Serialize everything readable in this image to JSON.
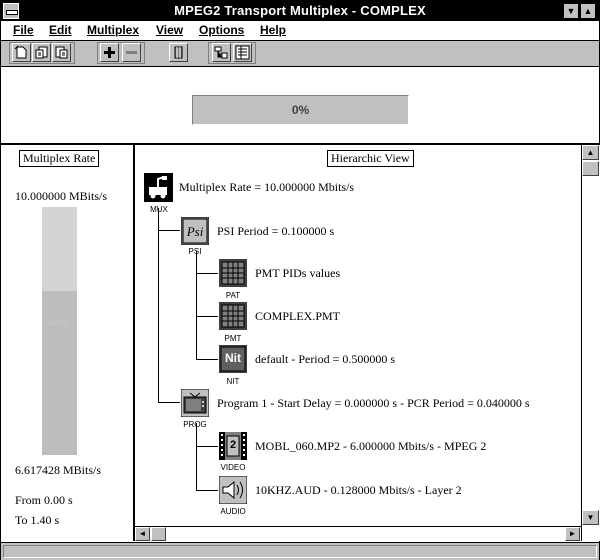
{
  "window": {
    "title": "MPEG2 Transport Multiplex - COMPLEX"
  },
  "menu": [
    {
      "label": "File"
    },
    {
      "label": "Edit"
    },
    {
      "label": "Multiplex"
    },
    {
      "label": "View"
    },
    {
      "label": "Options"
    },
    {
      "label": "Help"
    }
  ],
  "toolbar": {
    "tools": [
      "new-file-icon",
      "open-file-icon",
      "save-file-icon",
      "add-icon",
      "remove-icon",
      "component-icon",
      "properties-icon",
      "list-view-icon"
    ]
  },
  "progress": {
    "text": "0%",
    "value_percent": 0
  },
  "left_panel": {
    "title": "Multiplex Rate",
    "max_rate": "10.000000 MBits/s",
    "used_rate": "6.617428 MBits/s",
    "ghost_label": "66%",
    "fill_fraction": 0.66,
    "from": "From 0.00 s",
    "to": "To 1.40 s"
  },
  "hier": {
    "title": "Hierarchic View",
    "mux": {
      "label": "MUX",
      "text": "Multiplex Rate = 10.000000 Mbits/s"
    },
    "psi": {
      "label": "PSI",
      "text": "PSI Period = 0.100000 s"
    },
    "pat": {
      "label": "PAT",
      "text": "PMT PIDs values"
    },
    "pmt": {
      "label": "PMT",
      "text": "COMPLEX.PMT"
    },
    "nit": {
      "label": "NIT",
      "icon_text": "Nit",
      "text": "default  -  Period = 0.500000 s"
    },
    "prog": {
      "label": "PROG",
      "text": "Program 1  -  Start Delay = 0.000000 s  -  PCR Period = 0.040000 s"
    },
    "video": {
      "label": "VIDEO",
      "icon_text": "2",
      "text": "MOBL_060.MP2  -  6.000000 Mbits/s  -  MPEG 2"
    },
    "audio": {
      "label": "AUDIO",
      "text": "10KHZ.AUD  -  0.128000 Mbits/s  -  Layer 2"
    }
  },
  "colors": {
    "titlebar": "#000000",
    "face": "#c0c0c0",
    "bar": "#bdbdbd"
  }
}
